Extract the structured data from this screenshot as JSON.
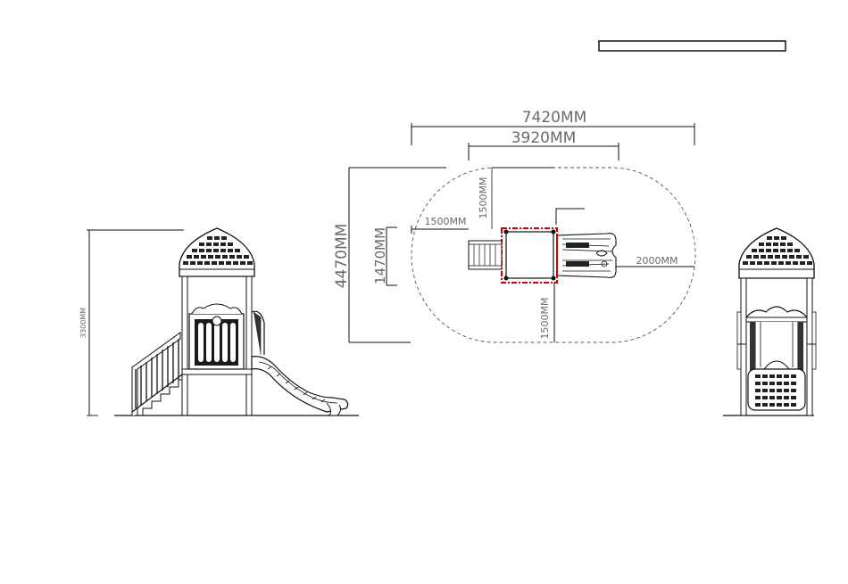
{
  "title_block": {
    "text": ""
  },
  "dimensions": {
    "overall_length": "7420MM",
    "platform_width": "3920MM",
    "overall_width": "4470MM",
    "platform_depth": "1470MM",
    "left_clearance": "1500MM",
    "top_clearance": "1500MM",
    "bottom_clearance": "1500MM",
    "slide_clearance": "2000MM",
    "height": "3300MM"
  },
  "colors": {
    "line": "#111111",
    "dimension_text": "#6a6a6a",
    "platform_outline": "#cc0000",
    "safety_zone": "#555555"
  }
}
